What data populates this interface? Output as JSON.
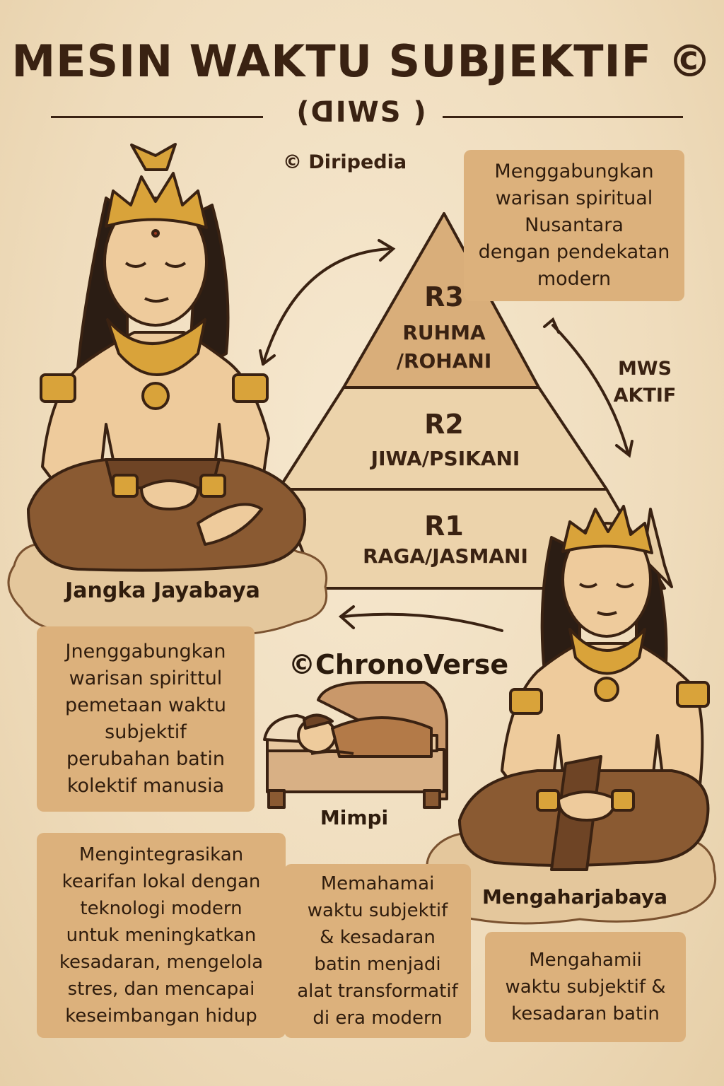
{
  "header": {
    "title": "MESIN WAKTU SUBJEKTIF ©",
    "subtitle": "(ᗡIWS )",
    "credit": "© Diripedia"
  },
  "pyramid": {
    "levels": [
      {
        "code": "R3",
        "name_line1": "RUHMA",
        "name_line2": "/ROHANI"
      },
      {
        "code": "R2",
        "name_line1": "JIWA/PSIKANI"
      },
      {
        "code": "R1",
        "name_line1": "RAGA/JASMANI"
      }
    ],
    "side_label_line1": "MWS",
    "side_label_line2": "AKTIF"
  },
  "boxes": {
    "top_right": [
      "Menggabungkan",
      "warisan spiritual",
      "Nusantara",
      "dengan pendekatan",
      "modern"
    ],
    "left_middle": [
      "Jnenggabungkan",
      "warisan spirittul",
      "pemetaan waktu",
      "subjektif",
      "perubahan batin",
      "kolektif manusia"
    ],
    "bottom_left": [
      "Mengintegrasikan",
      "kearifan lokal dengan",
      "teknologi modern",
      "untuk meningkatkan",
      "kesadaran, mengelola",
      "stres, dan mencapai",
      "keseimbangan hidup"
    ],
    "bottom_middle": [
      "Memahamai",
      "waktu subjektif",
      "& kesadaran",
      "batin menjadi",
      "alat transformatif",
      "di era modern"
    ],
    "bottom_right": [
      "Mengahamii",
      "waktu subjektif &",
      "kesadaran batin"
    ]
  },
  "figures": {
    "left_name": "Jangka Jayabaya",
    "right_name": "Mengaharjabaya",
    "dream_label": "Mimpi"
  },
  "brand": "©ChronoVerse",
  "colors": {
    "background": "#f0dfc2",
    "box": "#dcb17c",
    "ink": "#3a2212",
    "gold": "#d9a33a",
    "skin": "#eecb9c",
    "batik": "#8a5a32"
  }
}
